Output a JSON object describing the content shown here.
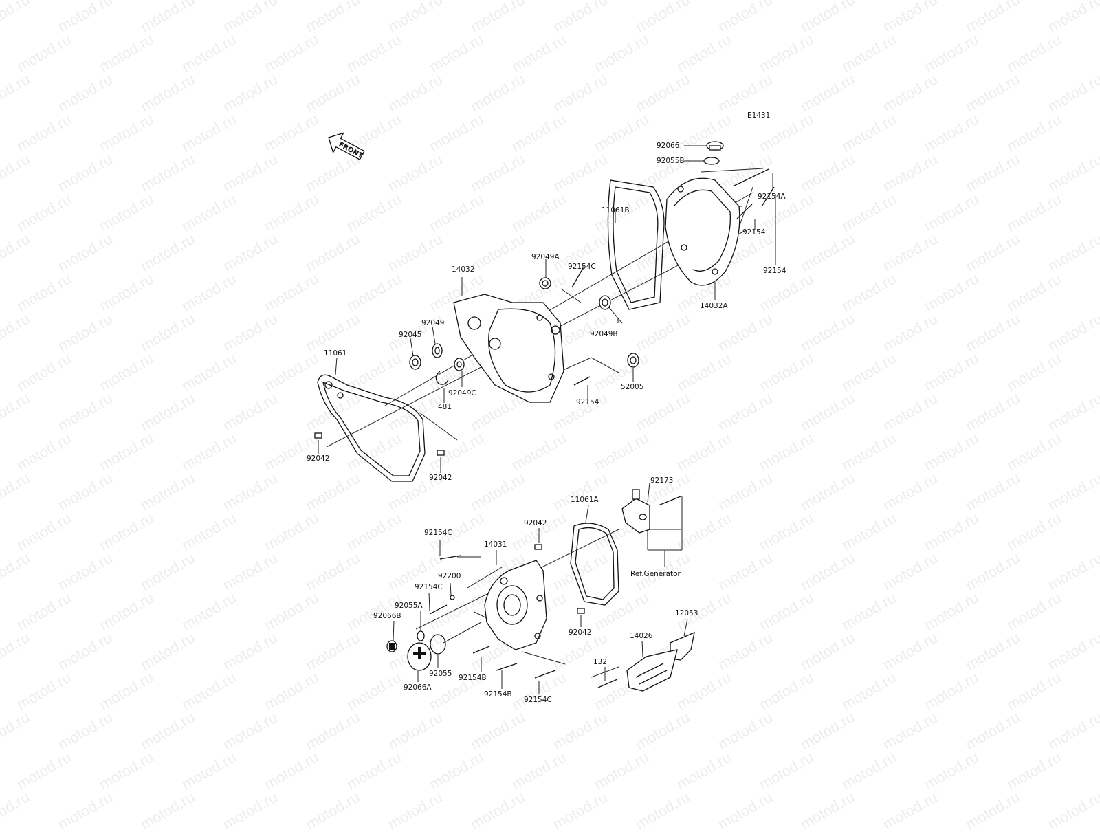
{
  "diagram_code": "E1431",
  "front_label": "FRONT",
  "watermark": "motod.ru",
  "ref_label": "Ref.Generator",
  "labels": {
    "p92066": "92066",
    "p92055B": "92055B",
    "p92154A": "92154A",
    "p92154_a": "92154",
    "p92154_b": "92154",
    "p11061B": "11061B",
    "p14032A": "14032A",
    "p92049A": "92049A",
    "p92154C_top": "92154C",
    "p14032": "14032",
    "p92049B": "92049B",
    "p92049": "92049",
    "p92045": "92045",
    "p11061": "11061",
    "p481": "481",
    "p92049C": "92049C",
    "p92154_c": "92154",
    "p52005": "52005",
    "p92042_a": "92042",
    "p92042_b": "92042",
    "p92173": "92173",
    "p11061A": "11061A",
    "p92154C_l1": "92154C",
    "p14031": "14031",
    "p92042_c": "92042",
    "p92200": "92200",
    "p92154C_l2": "92154C",
    "p92055A": "92055A",
    "p92066B": "92066B",
    "p92042_d": "92042",
    "p12053": "12053",
    "p14026": "14026",
    "p132": "132",
    "p92055": "92055",
    "p92066A": "92066A",
    "p92154B_a": "92154B",
    "p92154B_b": "92154B",
    "p92154C_bot": "92154C"
  }
}
